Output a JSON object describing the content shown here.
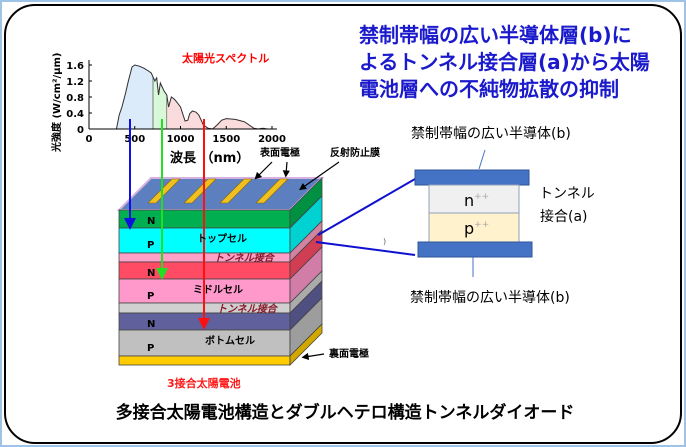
{
  "headline": {
    "lines": [
      "禁制帯幅の広い半導体層(b)に",
      "よるトンネル接合層(a)から太陽",
      "電池層への不純物拡散の抑制"
    ],
    "color": "#1a1acc"
  },
  "chart_data": {
    "type": "area",
    "title": "太陽光スペクトル",
    "xlabel": "波長 （nm）",
    "ylabel": "光強度 (W/cm²/μm)",
    "xlim": [
      0,
      2000
    ],
    "ylim": [
      0,
      1.6
    ],
    "xticks": [
      "0",
      "500",
      "1000",
      "1500",
      "2000"
    ],
    "yticks": [
      "0",
      "0.4",
      "0.8",
      "1.2",
      "1.6"
    ],
    "x": [
      300,
      330,
      360,
      400,
      430,
      470,
      500,
      550,
      600,
      650,
      680,
      700,
      720,
      740,
      760,
      780,
      800,
      820,
      850,
      870,
      900,
      930,
      950,
      1000,
      1050,
      1080,
      1100,
      1130,
      1170,
      1200,
      1250,
      1300,
      1350,
      1400,
      1450,
      1500,
      1550,
      1600,
      1650,
      1700,
      1750,
      1800,
      1850,
      1900,
      1950,
      2000
    ],
    "y": [
      0,
      0.35,
      0.55,
      0.9,
      1.2,
      1.55,
      1.6,
      1.57,
      1.52,
      1.45,
      1.4,
      1.3,
      1.2,
      1.28,
      0.85,
      1.15,
      1.05,
      0.95,
      0.85,
      0.55,
      0.8,
      0.75,
      0.7,
      0.55,
      0.2,
      0.22,
      0.38,
      0.45,
      0.42,
      0.35,
      0.1,
      0.02,
      0,
      0.1,
      0.22,
      0.26,
      0.25,
      0.24,
      0.21,
      0.18,
      0.1,
      0.02,
      0,
      0.02,
      0,
      0
    ],
    "bands": [
      {
        "from": 300,
        "to": 700,
        "color": "#dcebfa"
      },
      {
        "from": 700,
        "to": 850,
        "color": "#d8f8d8"
      },
      {
        "from": 850,
        "to": 2000,
        "color": "#fadcdc"
      }
    ]
  },
  "cell": {
    "caption": "3接合太陽電池",
    "front_electrode": "表面電極",
    "antireflection": "反射防止膜",
    "back_electrode": "裏面電極",
    "n_label": "N",
    "p_label": "P",
    "top_cell": "トップセル",
    "middle_cell": "ミドルセル",
    "bottom_cell": "ボトムセル",
    "tunnel_junction": "トンネル接合",
    "colors": {
      "top_n": "#00b050",
      "top_p": "#00ffff",
      "tunnel1": "#ffa0c8",
      "mid_n": "#ff4b64",
      "mid_p": "#ff99cc",
      "tunnel2": "#d0d0d0",
      "bot_n": "#60609c",
      "bot_p": "#c0c0c0",
      "back": "#ffcc00",
      "surface": "#5b7fbf"
    }
  },
  "tunnel_diagram": {
    "top_label": "禁制帯幅の広い半導体(b)",
    "bottom_label": "禁制帯幅の広い半導体(b)",
    "n_layer": "n",
    "n_sup": "++",
    "p_layer": "p",
    "p_sup": "++",
    "junction_label_1": "トンネル",
    "junction_label_2": "接合(a)"
  },
  "caption": "多接合太陽電池構造とダブルヘテロ構造トンネルダイオード"
}
